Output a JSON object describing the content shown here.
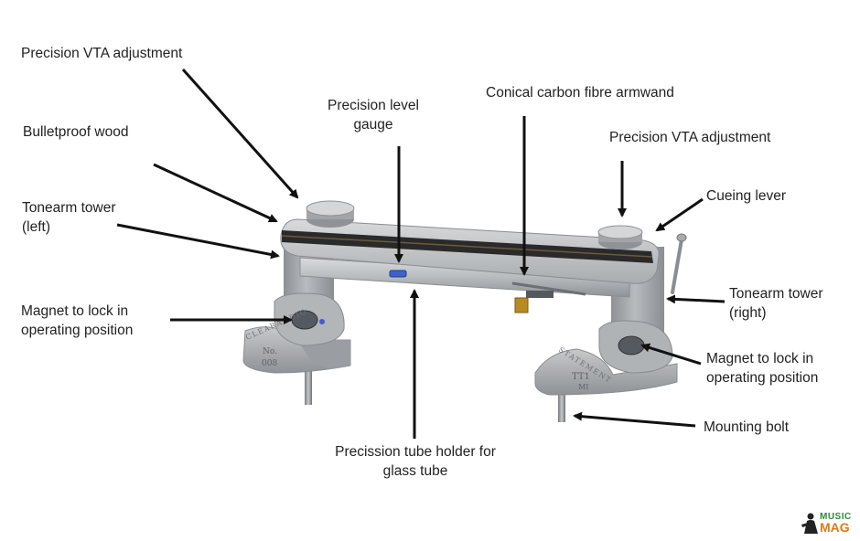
{
  "labels": {
    "vta_left": "Precision VTA adjustment",
    "wood": "Bulletproof wood",
    "tower_left": "Tonearm tower\n(left)",
    "level_gauge": "Precision level\ngauge",
    "armwand": "Conical carbon fibre armwand",
    "vta_right": "Precision VTA adjustment",
    "cueing": "Cueing lever",
    "tower_right": "Tonearm tower\n(right)",
    "magnet_left": "Magnet to lock in\noperating position",
    "magnet_right": "Magnet to lock in\noperating position",
    "mounting_bolt": "Mounting bolt",
    "tube_holder": "Precission tube holder for\nglass tube"
  },
  "engravings": {
    "left_brand": "CLEARAUDIO",
    "left_no": "No.",
    "left_num": "008",
    "right_brand": "STATEMENT",
    "right_model": "TT1",
    "right_sub": "MI"
  },
  "watermark": {
    "line1": "MUSIC",
    "line2": "MAG"
  },
  "colors": {
    "metal": "#a6a9ac",
    "metal_dark": "#7f8387",
    "wood_band": "#2a2a2a",
    "arrow": "#111111",
    "text": "#222222"
  }
}
